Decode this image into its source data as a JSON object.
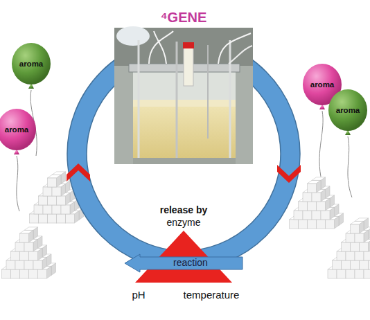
{
  "diagram": {
    "title": "⁴GENE",
    "nodes": [
      {
        "text": [
          "aroma"
        ]
      },
      {
        "text": [
          "aroma"
        ]
      },
      {
        "text": [
          "aroma"
        ]
      },
      {
        "text": [
          "aroma"
        ]
      },
      {
        "text": [
          "release by",
          "enzyme",
          "pH",
          "temperature"
        ]
      },
      {
        "text": [
          "reaction"
        ],
        "in": 4
      }
    ]
  }
}
